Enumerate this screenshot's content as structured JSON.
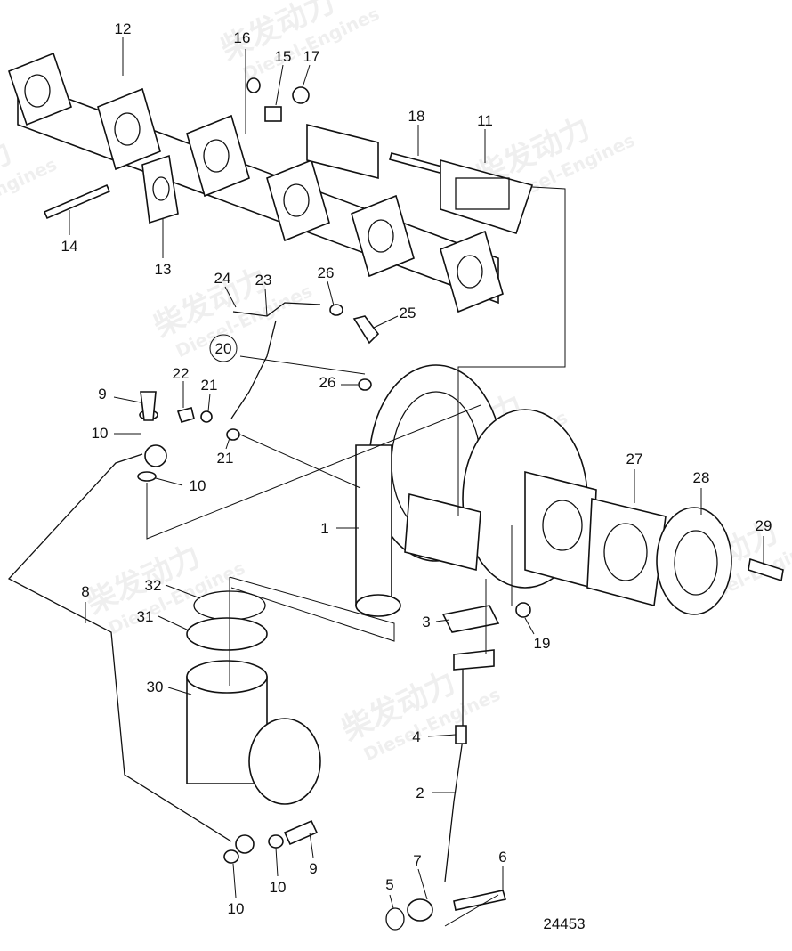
{
  "diagram": {
    "drawing_number": "24453",
    "watermark": {
      "cn": "柴发动力",
      "en": "Diesel-Engines"
    },
    "callouts": [
      "12",
      "16",
      "15",
      "17",
      "18",
      "11",
      "14",
      "13",
      "24",
      "23",
      "26",
      "25",
      "20",
      "9",
      "22",
      "21",
      "26",
      "10",
      "21",
      "10",
      "27",
      "28",
      "29",
      "1",
      "8",
      "32",
      "31",
      "3",
      "19",
      "30",
      "4",
      "2",
      "6",
      "7",
      "9",
      "5",
      "10",
      "10"
    ]
  }
}
